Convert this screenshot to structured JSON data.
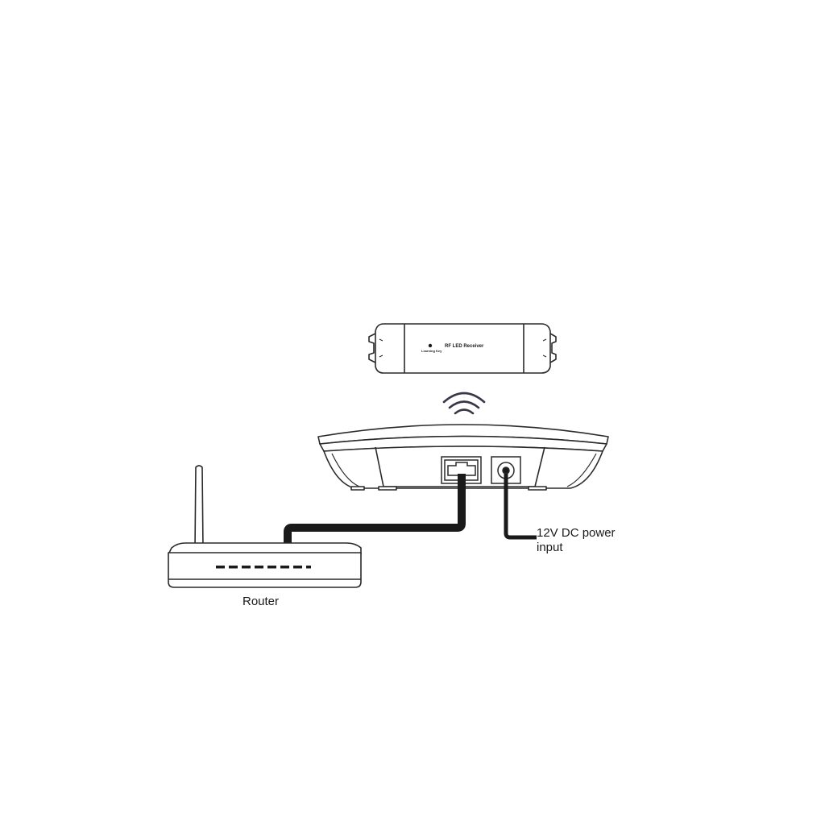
{
  "receiver": {
    "title": "RF LED Receiver",
    "key_label": "Learning Key"
  },
  "power": {
    "label_line1": "12V DC power",
    "label_line2": "input"
  },
  "router": {
    "label": "Router"
  },
  "colors": {
    "stroke": "#2a2a2a",
    "cable": "#1a1a1a",
    "wifi": "#3a3548",
    "background": "#ffffff"
  },
  "icons": [
    "wifi-signal-icon",
    "rj45-port-icon",
    "dc-jack-icon",
    "router-antenna-icon"
  ]
}
